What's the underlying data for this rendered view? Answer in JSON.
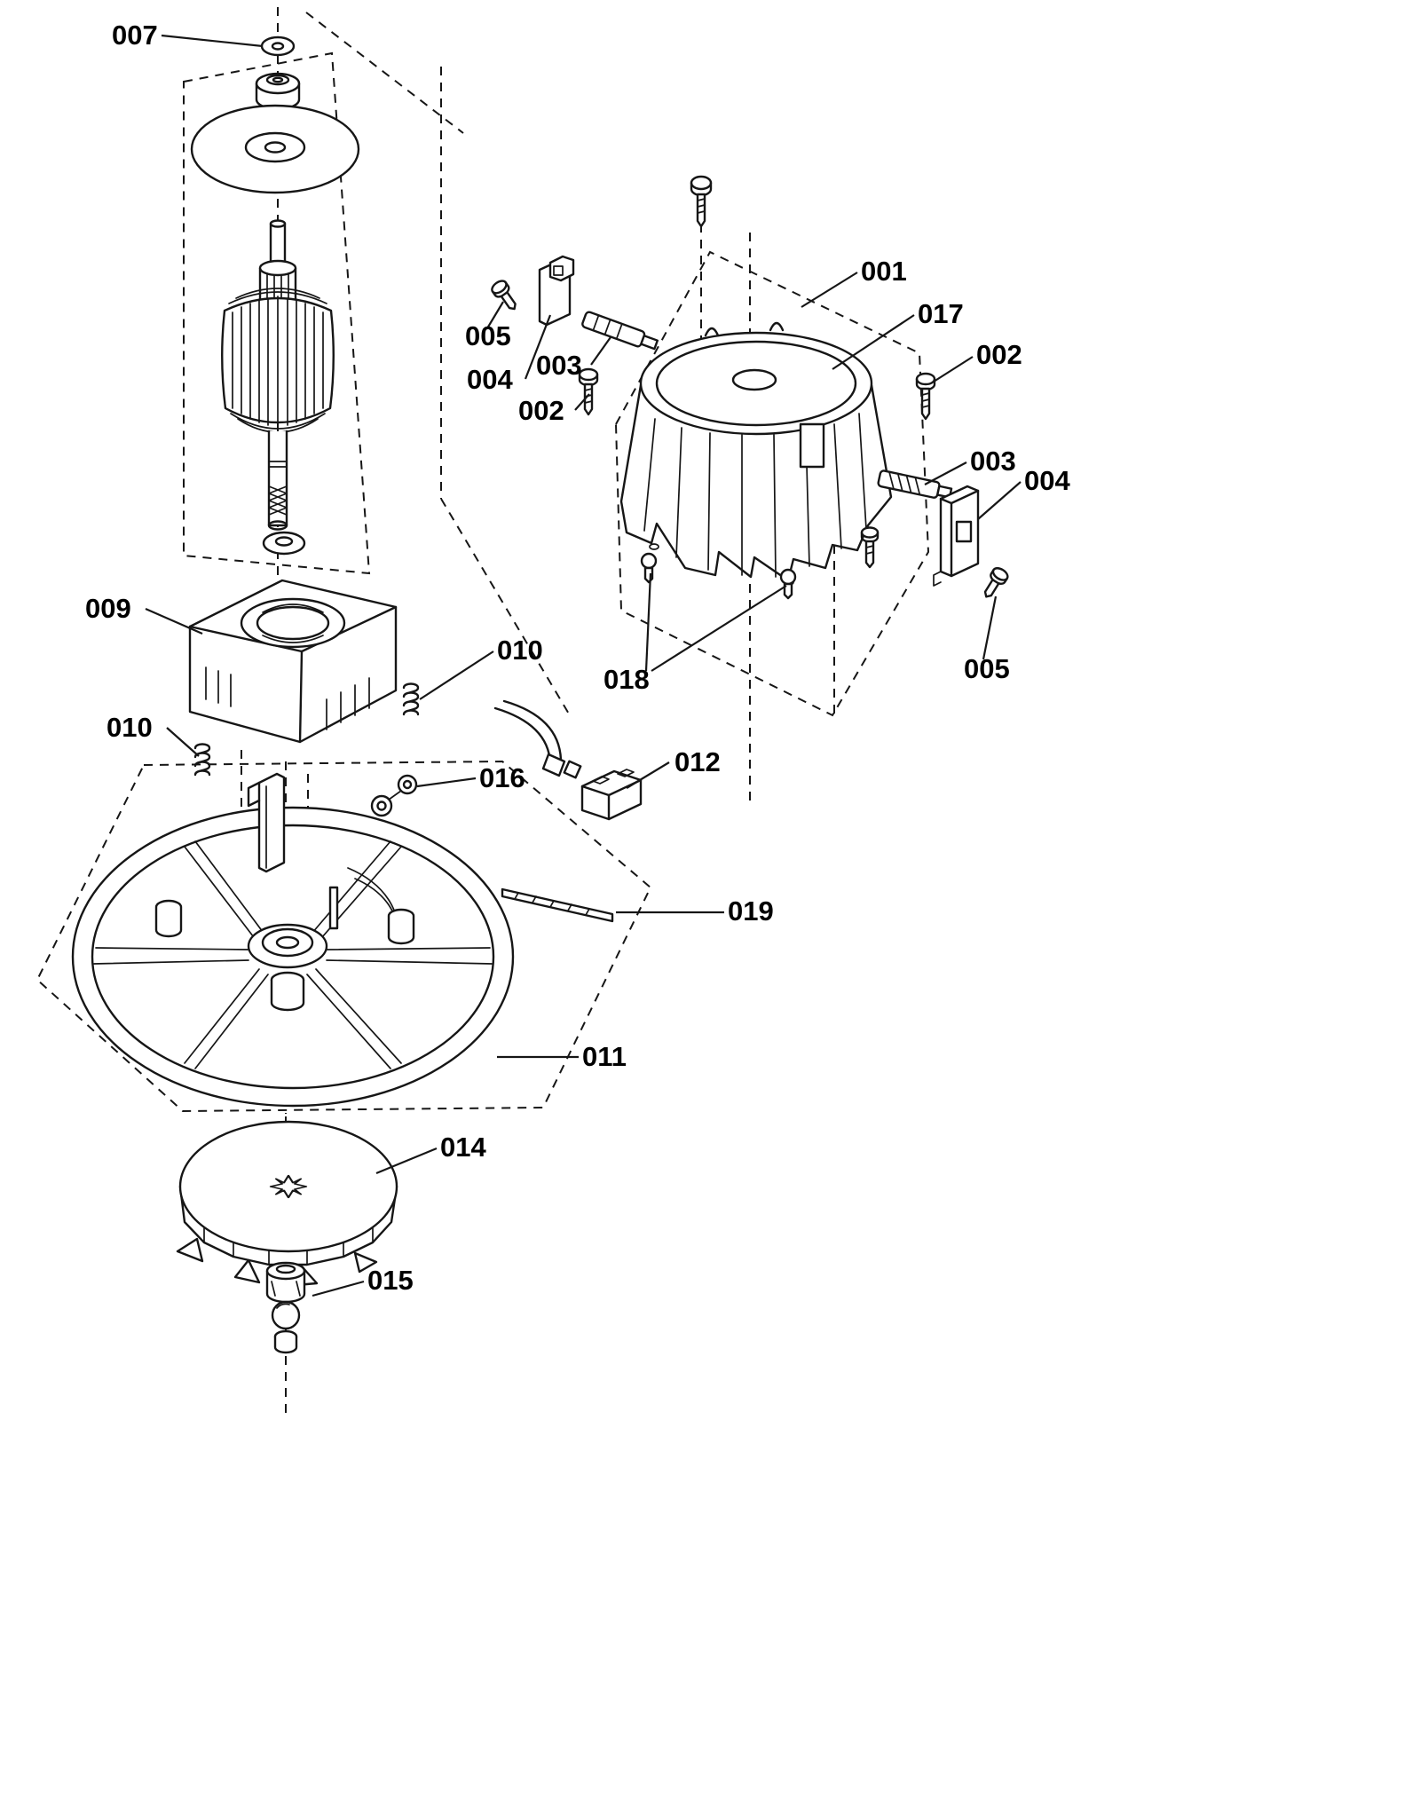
{
  "diagram": {
    "type": "exploded-parts-diagram",
    "background_color": "#ffffff",
    "line_color": "#161616",
    "callouts": {
      "c001": "001",
      "c002": "002",
      "c003": "003",
      "c004": "004",
      "c005": "005",
      "c007": "007",
      "c009": "009",
      "c010": "010",
      "c011": "011",
      "c012": "012",
      "c014": "014",
      "c015": "015",
      "c016": "016",
      "c017": "017",
      "c018": "018",
      "c019": "019"
    }
  }
}
